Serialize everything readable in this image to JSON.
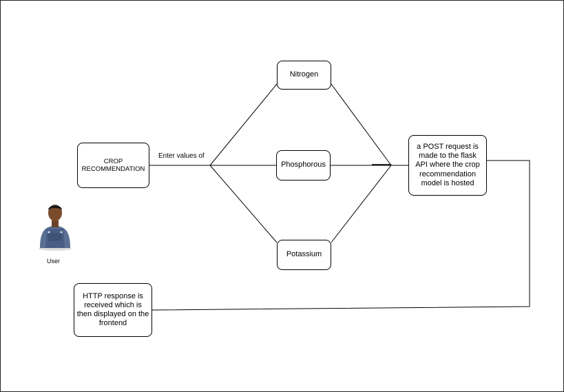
{
  "nodes": {
    "crop": "CROP RECOMMENDATION",
    "nitrogen": "Nitrogen",
    "phosphorous": "Phosphorous",
    "potassium": "Potassium",
    "post": "a POST request is made to the flask API where the crop recommendation model is hosted",
    "response": "HTTP response is received which is then displayed on the frontend"
  },
  "edge_labels": {
    "enter_values": "Enter values of"
  },
  "actor": {
    "label": "User",
    "icon": "user-farmer-icon"
  }
}
